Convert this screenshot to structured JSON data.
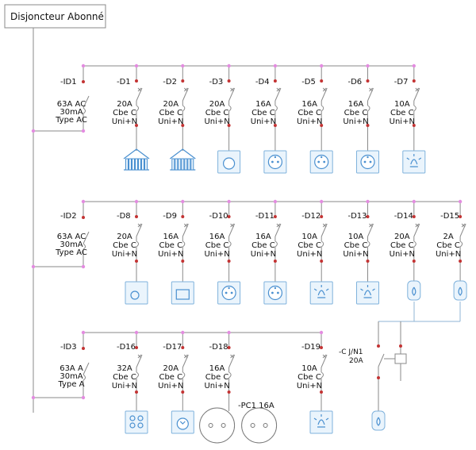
{
  "title": "Disjoncteur Abonné",
  "colors": {
    "wire": "#8a8a8a",
    "node": "#e38ce0",
    "terminal": "#c33333",
    "load_stroke": "#4a90d0",
    "load_fill": "#eaf4fc"
  },
  "rows": [
    {
      "id": "-ID1",
      "rating": [
        "63A AC",
        "30mA",
        "Type AC"
      ],
      "circuits": [
        {
          "id": "-D1",
          "rating": [
            "20A",
            "Cbe C",
            "Uni+N"
          ],
          "load": "radiator-icon"
        },
        {
          "id": "-D2",
          "rating": [
            "20A",
            "Cbe C",
            "Uni+N"
          ],
          "load": "radiator-icon"
        },
        {
          "id": "-D3",
          "rating": [
            "20A",
            "Cbe C",
            "Uni+N"
          ],
          "load": "washing-machine-icon"
        },
        {
          "id": "-D4",
          "rating": [
            "16A",
            "Cbe C",
            "Uni+N"
          ],
          "load": "socket-icon"
        },
        {
          "id": "-D5",
          "rating": [
            "16A",
            "Cbe C",
            "Uni+N"
          ],
          "load": "socket-icon"
        },
        {
          "id": "-D6",
          "rating": [
            "16A",
            "Cbe C",
            "Uni+N"
          ],
          "load": "socket-icon"
        },
        {
          "id": "-D7",
          "rating": [
            "10A",
            "Cbe C",
            "Uni+N"
          ],
          "load": "light-icon"
        }
      ]
    },
    {
      "id": "-ID2",
      "rating": [
        "63A AC",
        "30mA",
        "Type AC"
      ],
      "circuits": [
        {
          "id": "-D8",
          "rating": [
            "20A",
            "Cbe C",
            "Uni+N"
          ],
          "load": "dishwasher-icon"
        },
        {
          "id": "-D9",
          "rating": [
            "16A",
            "Cbe C",
            "Uni+N"
          ],
          "load": "oven-icon"
        },
        {
          "id": "-D10",
          "rating": [
            "16A",
            "Cbe C",
            "Uni+N"
          ],
          "load": "socket-icon"
        },
        {
          "id": "-D11",
          "rating": [
            "16A",
            "Cbe C",
            "Uni+N"
          ],
          "load": "socket-icon"
        },
        {
          "id": "-D12",
          "rating": [
            "10A",
            "Cbe C",
            "Uni+N"
          ],
          "load": "light-icon"
        },
        {
          "id": "-D13",
          "rating": [
            "10A",
            "Cbe C",
            "Uni+N"
          ],
          "load": "light-icon"
        },
        {
          "id": "-D14",
          "rating": [
            "20A",
            "Cbe C",
            "Uni+N"
          ],
          "load": "water-heater-icon"
        },
        {
          "id": "-D15",
          "rating": [
            "2A",
            "Cbe C",
            "Uni+N"
          ],
          "load": "water-heater-icon"
        }
      ]
    },
    {
      "id": "-ID3",
      "rating": [
        "63A A",
        "30mA",
        "Type A"
      ],
      "circuits": [
        {
          "id": "-D16",
          "rating": [
            "32A",
            "Cbe C",
            "Uni+N"
          ],
          "load": "cooktop-icon"
        },
        {
          "id": "-D17",
          "rating": [
            "20A",
            "Cbe C",
            "Uni+N"
          ],
          "load": "dryer-icon"
        },
        {
          "id": "-D18",
          "rating": [
            "16A",
            "Cbe C",
            "Uni+N"
          ],
          "load": "pc16-socket-icon"
        },
        {
          "id": "-D19",
          "rating": [
            "10A",
            "Cbe C",
            "Uni+N"
          ],
          "load": "light-icon"
        }
      ]
    }
  ],
  "contactor": {
    "id": "-C J/N1",
    "rating": "20A",
    "load": "water-heater-icon"
  },
  "pc_label": "-PC1 16A"
}
